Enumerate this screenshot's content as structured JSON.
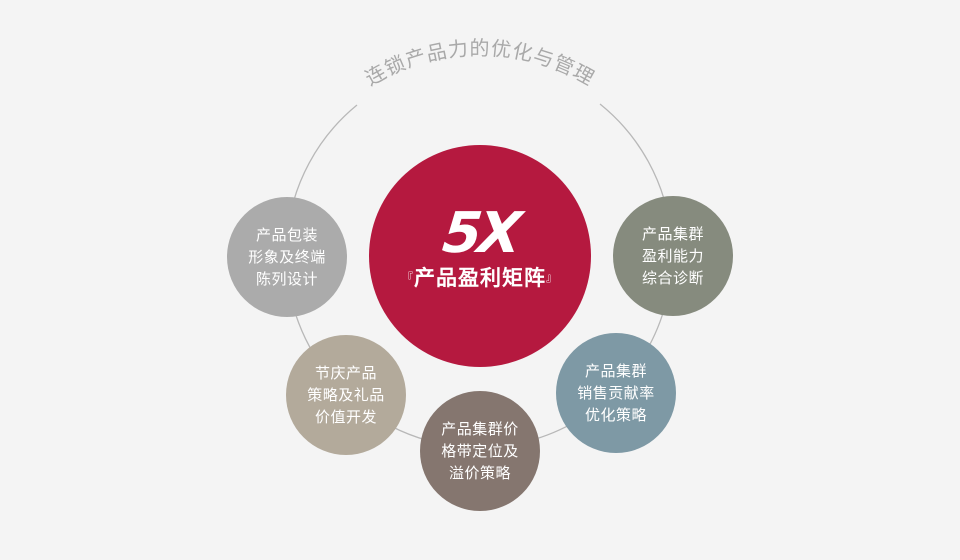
{
  "diagram": {
    "ring_title": "连锁产品力的优化与管理",
    "center": {
      "mark": "5X",
      "title_open_bracket": "『",
      "title": "产品盈利矩阵",
      "title_close_bracket": "』",
      "color": "#b5193f"
    },
    "nodes": [
      {
        "id": "packaging",
        "label": "产品包装\n形象及终端\n陈列设计",
        "color": "#ababab"
      },
      {
        "id": "holiday",
        "label": "节庆产品\n策略及礼品\n价值开发",
        "color": "#b3aa9b"
      },
      {
        "id": "pricing",
        "label": "产品集群价\n格带定位及\n溢价策略",
        "color": "#85766f"
      },
      {
        "id": "sales-contribution",
        "label": "产品集群\n销售贡献率\n优化策略",
        "color": "#7e99a5"
      },
      {
        "id": "profitability",
        "label": "产品集群\n盈利能力\n综合诊断",
        "color": "#868b7e"
      }
    ],
    "ring_color": "#b8b8b8",
    "title_color": "#a9a9a9",
    "background": "#f4f4f4"
  }
}
